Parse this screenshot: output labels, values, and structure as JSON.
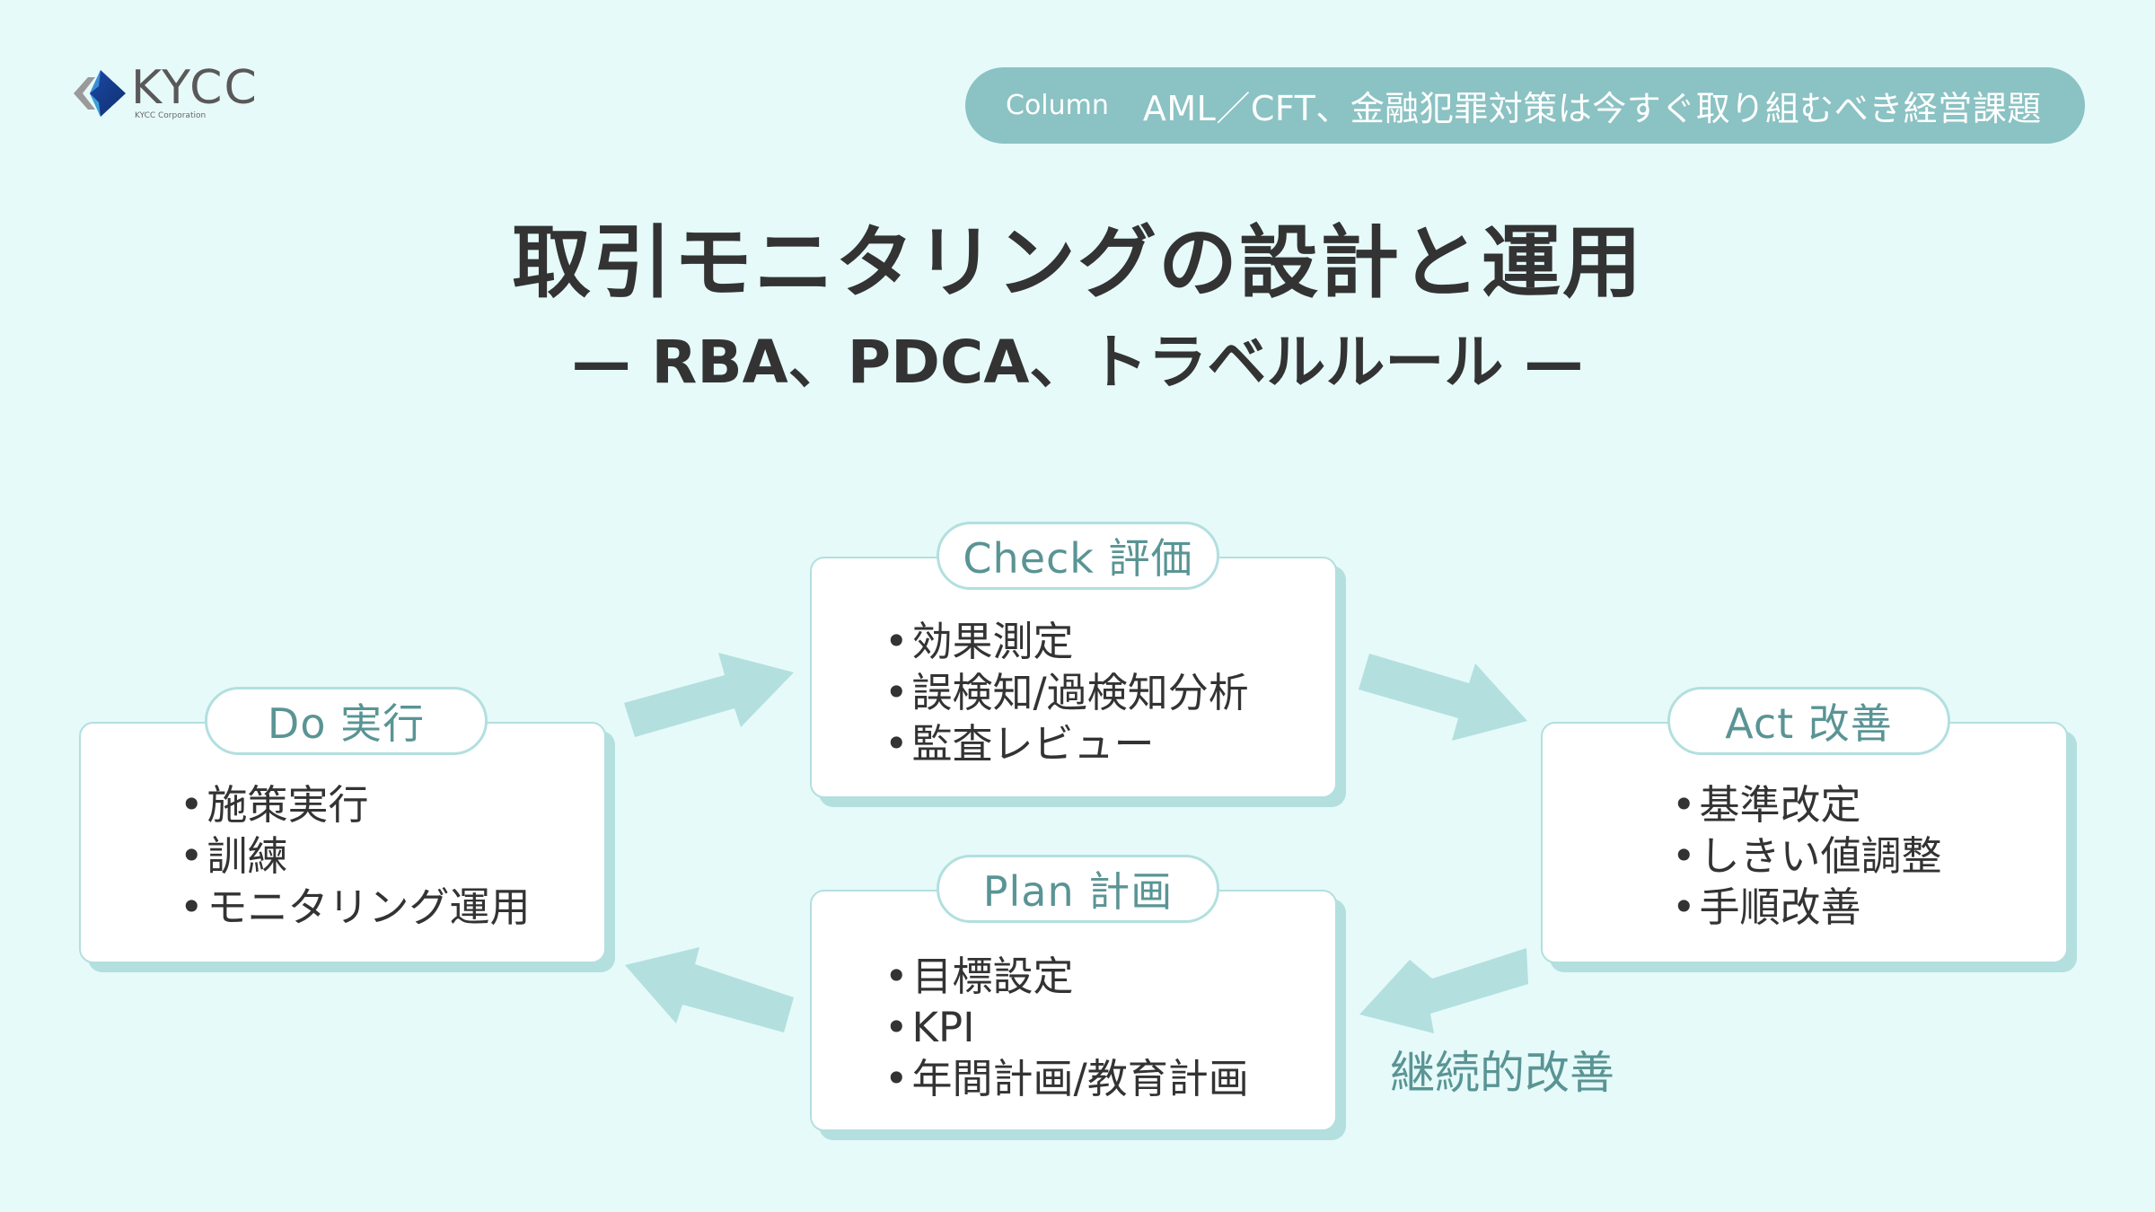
{
  "logo": {
    "name": "KYCC",
    "subtitle": "KYCC Corporation"
  },
  "header_pill": {
    "tag": "Column",
    "title": "AML／CFT、金融犯罪対策は今すぐ取り組むべき経営課題"
  },
  "title": "取引モニタリングの設計と運用",
  "subtitle": "— RBA、PDCA、トラベルルール —",
  "colors": {
    "background": "#e6fafa",
    "accent": "#8bc2c3",
    "border": "#b3dfdf",
    "label_text": "#5a9494",
    "text": "#333333"
  },
  "cycle": {
    "do": {
      "label": "Do 実行",
      "items": [
        "施策実行",
        "訓練",
        "モニタリング運用"
      ]
    },
    "check": {
      "label": "Check 評価",
      "items": [
        "効果測定",
        "誤検知/過検知分析",
        "監査レビュー"
      ]
    },
    "act": {
      "label": "Act 改善",
      "items": [
        "基準改定",
        "しきい値調整",
        "手順改善"
      ]
    },
    "plan": {
      "label": "Plan 計画",
      "items": [
        "目標設定",
        "KPI",
        "年間計画/教育計画"
      ]
    },
    "flow": [
      "Plan",
      "Do",
      "Check",
      "Act"
    ],
    "caption": "継続的改善"
  }
}
